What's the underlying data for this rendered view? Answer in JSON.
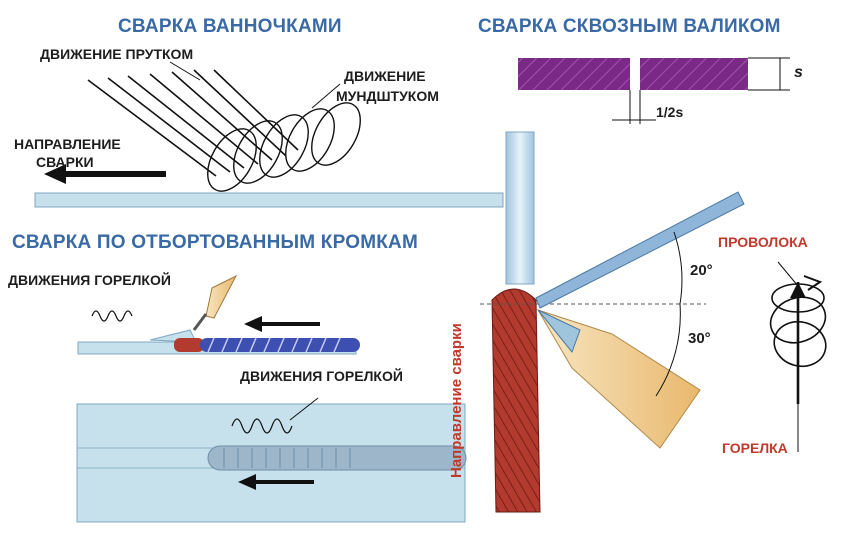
{
  "titles": {
    "pools": "СВАРКА ВАННОЧКАМИ",
    "through": "СВАРКА СКВОЗНЫМ ВАЛИКОМ",
    "flanged": "СВАРКА ПО ОТБОРТОВАННЫМ КРОМКАМ"
  },
  "labels": {
    "rod_motion": "ДВИЖЕНИЕ ПРУТКОМ",
    "nozzle_motion_1": "ДВИЖЕНИЕ",
    "nozzle_motion_2": "МУНДШТУКОМ",
    "weld_dir_1": "НАПРАВЛЕНИЕ",
    "weld_dir_2": "СВАРКИ",
    "torch_moves_1": "ДВИЖЕНИЯ ГОРЕЛКОЙ",
    "torch_moves_2": "ДВИЖЕНИЯ ГОРЕЛКОЙ",
    "thickness": "s",
    "half_gap": "1/2s",
    "angle_20": "20°",
    "angle_30": "30°",
    "wire": "ПРОВОЛОКА",
    "torch": "ГОРЕЛКА",
    "weld_dir_vertical": "Направление сварки"
  },
  "colors": {
    "title": "#3a6aa6",
    "plate": "#c6e0ec",
    "purple": "#7a2a86",
    "weld_red": "#b23a2e",
    "bead_blue": "#3d4fb0",
    "nozzle": "#f3d59a",
    "red_label": "#c0392b"
  }
}
